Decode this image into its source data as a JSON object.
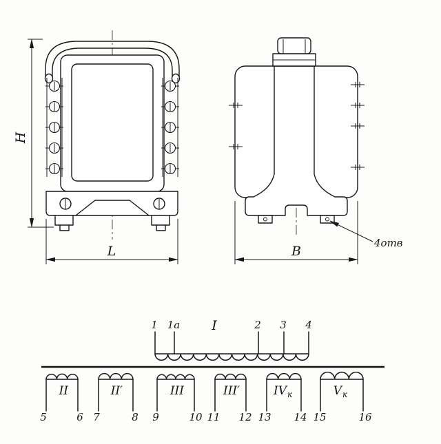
{
  "drawing": {
    "front_view": {
      "height_label": "H",
      "width_label": "L"
    },
    "side_view": {
      "depth_label": "В",
      "holes_note": "4отв"
    }
  },
  "schematic": {
    "primary": {
      "label": "I",
      "terminals": [
        "1",
        "1а",
        "2",
        "3",
        "4"
      ]
    },
    "secondaries": [
      {
        "name": "II",
        "sub": "",
        "t_start": "5",
        "t_end": "6"
      },
      {
        "name": "II′",
        "sub": "",
        "t_start": "7",
        "t_end": "8"
      },
      {
        "name": "III",
        "sub": "",
        "t_start": "9",
        "t_end": "10"
      },
      {
        "name": "III′",
        "sub": "",
        "t_start": "11",
        "t_end": "12"
      },
      {
        "name": "IV",
        "sub": "к",
        "t_start": "13",
        "t_end": "14"
      },
      {
        "name": "V",
        "sub": "к",
        "t_start": "15",
        "t_end": "16"
      }
    ]
  }
}
